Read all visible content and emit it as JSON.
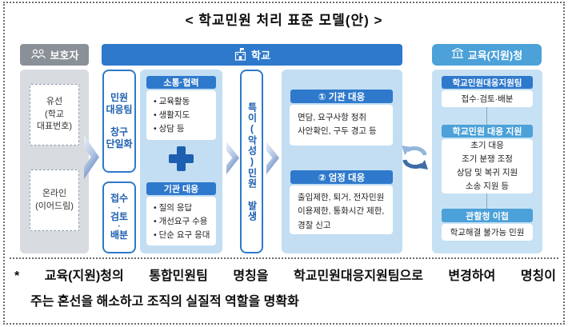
{
  "title": "< 학교민원 처리 표준 모델(안) >",
  "colors": {
    "school_blue": "#2E79CC",
    "office_blue": "#4BA1D8",
    "text_blue": "#1D5FB0",
    "panel_blue": "#C3DEF3",
    "office_panel_blue": "#C7E1F4",
    "header_gray": "#8A9097",
    "panel_gray": "#D8DBDF"
  },
  "guardian": {
    "header": "보호자",
    "channels": [
      {
        "lines": [
          "유선",
          "(학교",
          "대표번호)"
        ]
      },
      {
        "lines": [
          "온라인",
          "(이어드림)"
        ]
      }
    ]
  },
  "school": {
    "header": "학교",
    "team_box": {
      "group1": [
        "민원",
        "대응팀"
      ],
      "group2": [
        "창구",
        "단일화"
      ]
    },
    "intake_box": [
      "접수",
      "·",
      "검토",
      "·",
      "배분"
    ],
    "communication": {
      "title": "소통·협력",
      "items": [
        "교육활동",
        "생활지도",
        "상담 등"
      ]
    },
    "agency": {
      "title": "기관 대응",
      "items": [
        "질의 응답",
        "개선요구 수용",
        "단순 요구 응대"
      ]
    },
    "special_complaint": "특이(악성)민원 발생",
    "responses": [
      {
        "title": "① 기관 대응",
        "lines": [
          "면담, 요구사항 청취",
          "사안확인, 구두 경고 등"
        ]
      },
      {
        "title": "② 엄정 대응",
        "lines": [
          "출입제한, 퇴거, 전자민원",
          "이용제한, 통화시간 제한,",
          "경찰 신고"
        ]
      }
    ]
  },
  "office": {
    "header": "교육(지원)청",
    "sections": [
      {
        "title": "학교민원대응지원팀",
        "lines": [
          "접수·검토·배분"
        ]
      },
      {
        "title": "학교민원 대응 지원",
        "lines": [
          "초기 대응",
          "조기 분쟁 조정",
          "상담 및 복귀 지원",
          "소송 지원 등"
        ]
      },
      {
        "title": "관할청 이첩",
        "lines": [
          "학교해결 불가능 민원"
        ]
      }
    ]
  },
  "note": {
    "line1": "* 교육(지원)청의 통합민원팀 명칭을 학교민원대응지원팀으로 변경하여 명칭이",
    "line2": "주는 혼선을 해소하고 조직의 실질적 역할을 명확화"
  }
}
